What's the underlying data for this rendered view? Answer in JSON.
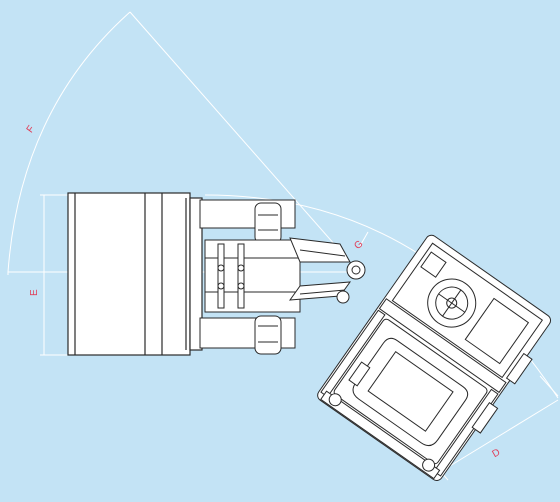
{
  "colors": {
    "background": "#c3e3f5",
    "dimension_lines": "#ffffff",
    "outline": "#2a2a2a",
    "fill": "#ffffff",
    "label": "#e0405a"
  },
  "labels": {
    "d": "D",
    "e": "E",
    "f": "F",
    "g": "G"
  }
}
